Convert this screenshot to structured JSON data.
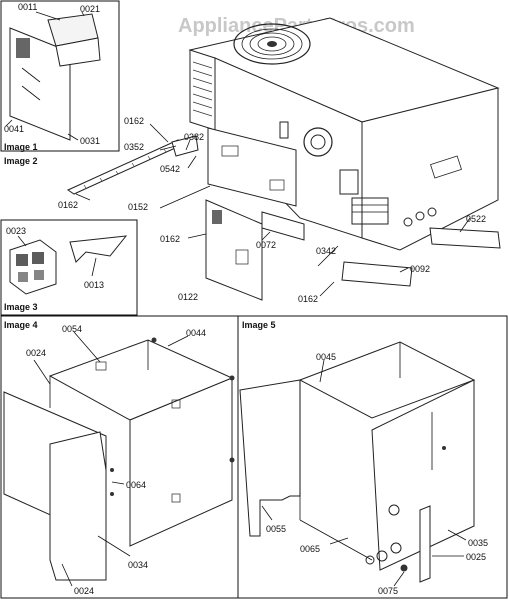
{
  "watermark": "AppliancePartsPros.com",
  "image_titles": {
    "img1": "Image 1",
    "img2": "Image 2",
    "img3": "Image 3",
    "img4": "Image 4",
    "img5": "Image 5"
  },
  "parts": {
    "p0011": "0011",
    "p0021": "0021",
    "p0041": "0041",
    "p0031": "0031",
    "p0162a": "0162",
    "p0352": "0352",
    "p0382": "0382",
    "p0542": "0542",
    "p0162b": "0162",
    "p0152": "0152",
    "p0162c": "0162",
    "p0072": "0072",
    "p0122": "0122",
    "p0342": "0342",
    "p0162d": "0162",
    "p0092": "0092",
    "p0522": "0522",
    "p0023": "0023",
    "p0013": "0013",
    "p0054": "0054",
    "p0044": "0044",
    "p0024a": "0024",
    "p0064": "0064",
    "p0034": "0034",
    "p0024b": "0024",
    "p0045": "0045",
    "p0055": "0055",
    "p0065": "0065",
    "p0035": "0035",
    "p0025": "0025",
    "p0075": "0075"
  }
}
